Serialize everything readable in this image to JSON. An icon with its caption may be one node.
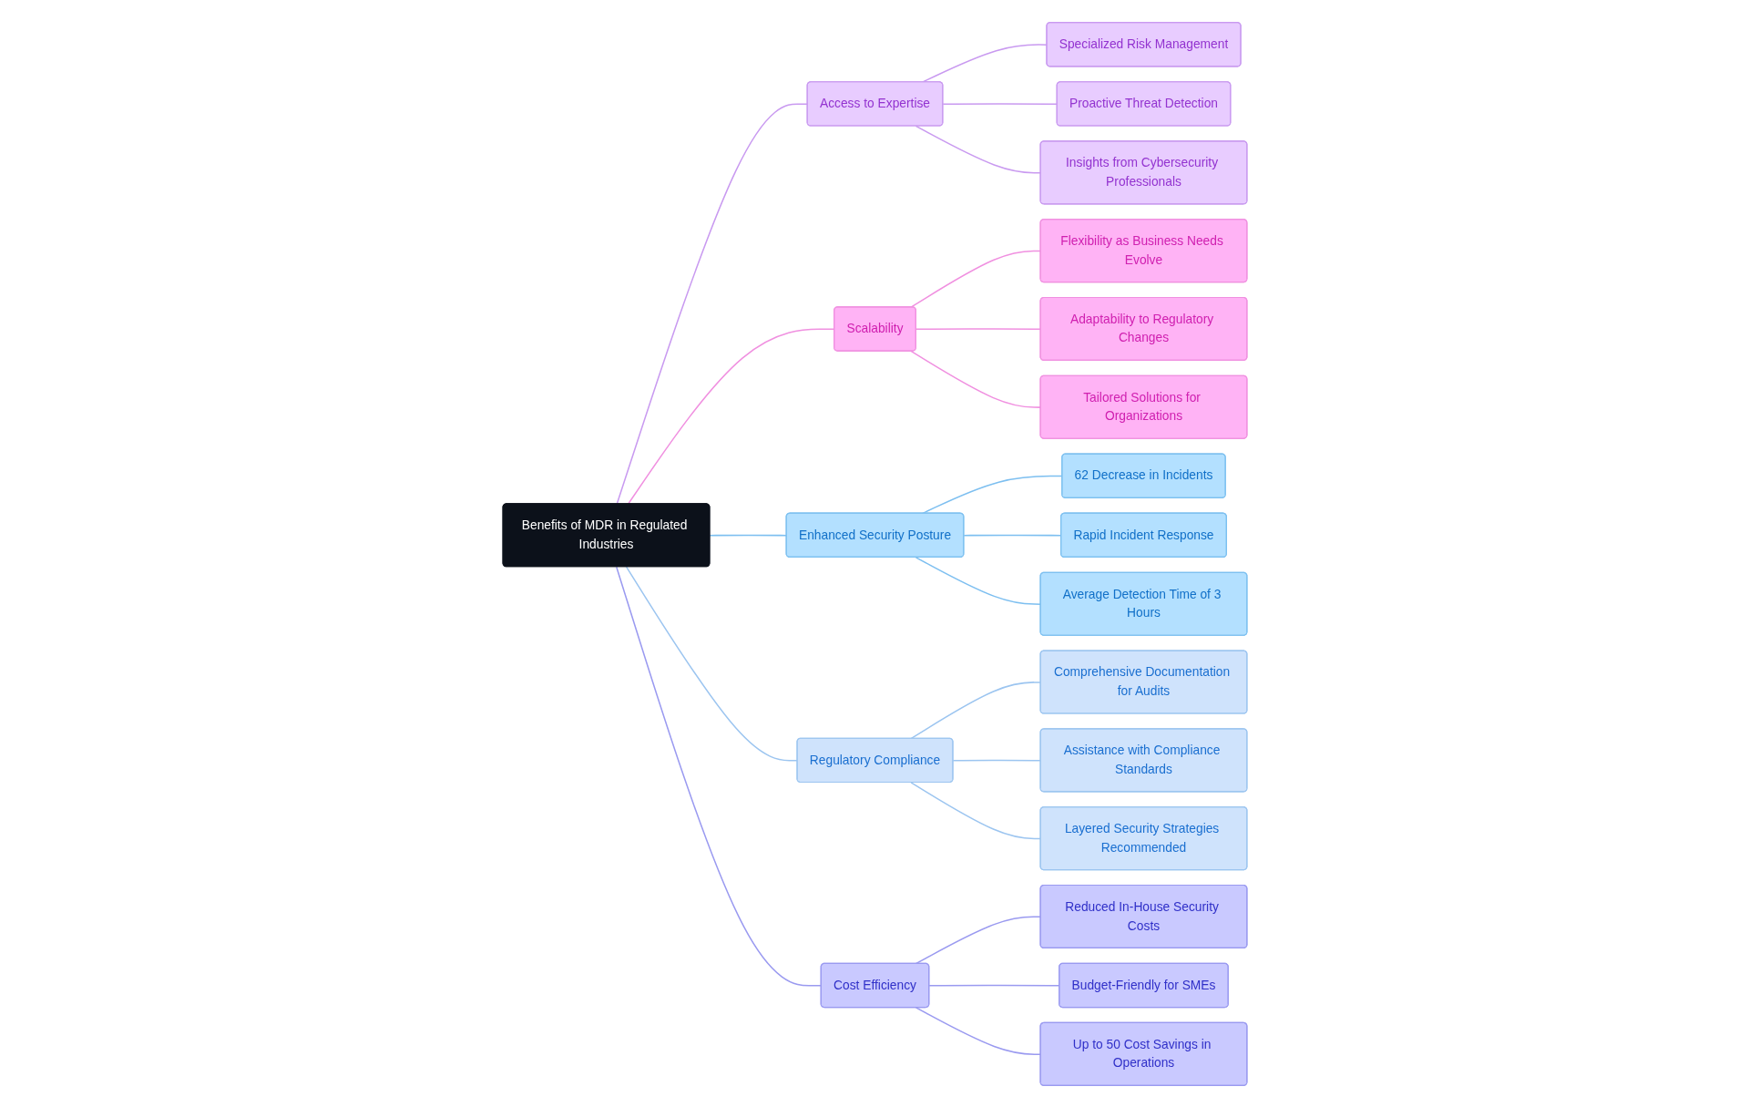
{
  "diagram": {
    "nodes": [
      {
        "text": [
          "Benefits of MDR in Regulated Industries"
        ]
      },
      {
        "text": [
          "Access to Expertise"
        ]
      },
      {
        "text": [
          "Specialized Risk Management"
        ]
      },
      {
        "text": [
          "Proactive Threat Detection"
        ]
      },
      {
        "text": [
          "Insights from Cybersecurity Professionals"
        ]
      },
      {
        "text": [
          "Scalability"
        ]
      },
      {
        "text": [
          "Flexibility as Business Needs Evolve"
        ]
      },
      {
        "text": [
          "Adaptability to Regulatory Changes"
        ]
      },
      {
        "text": [
          "Tailored Solutions for Organizations"
        ]
      },
      {
        "text": [
          "Enhanced Security Posture"
        ]
      },
      {
        "text": [
          "62 Decrease in Incidents"
        ]
      },
      {
        "text": [
          "Rapid Incident Response"
        ]
      },
      {
        "text": [
          "Average Detection Time of 3 Hours"
        ]
      },
      {
        "text": [
          "Regulatory Compliance"
        ]
      },
      {
        "text": [
          "Comprehensive Documentation for Audits"
        ]
      },
      {
        "text": [
          "Assistance with Compliance Standards"
        ]
      },
      {
        "text": [
          "Layered Security Strategies Recommended"
        ]
      },
      {
        "text": [
          "Cost Efficiency"
        ]
      },
      {
        "text": [
          "Reduced In-House Security Costs"
        ]
      },
      {
        "text": [
          "Budget-Friendly for SMEs"
        ]
      },
      {
        "text": [
          "Up to 50 Cost Savings in Operations"
        ]
      }
    ],
    "edges": [
      {
        "from": 0,
        "to": 1,
        "arrow": "none",
        "color": "#c99af0"
      },
      {
        "from": 1,
        "to": 2,
        "arrow": "none",
        "color": "#c99af0"
      },
      {
        "from": 1,
        "to": 3,
        "arrow": "none",
        "color": "#c99af0"
      },
      {
        "from": 1,
        "to": 4,
        "arrow": "none",
        "color": "#c99af0"
      },
      {
        "from": 0,
        "to": 5,
        "arrow": "none",
        "color": "#f090e0"
      },
      {
        "from": 5,
        "to": 6,
        "arrow": "none",
        "color": "#f090e0"
      },
      {
        "from": 5,
        "to": 7,
        "arrow": "none",
        "color": "#f090e0"
      },
      {
        "from": 5,
        "to": 8,
        "arrow": "none",
        "color": "#f090e0"
      },
      {
        "from": 0,
        "to": 9,
        "arrow": "none",
        "color": "#7dbff0"
      },
      {
        "from": 9,
        "to": 10,
        "arrow": "none",
        "color": "#7dbff0"
      },
      {
        "from": 9,
        "to": 11,
        "arrow": "none",
        "color": "#7dbff0"
      },
      {
        "from": 9,
        "to": 12,
        "arrow": "none",
        "color": "#7dbff0"
      },
      {
        "from": 0,
        "to": 13,
        "arrow": "none",
        "color": "#9cc5f0"
      },
      {
        "from": 13,
        "to": 14,
        "arrow": "none",
        "color": "#9cc5f0"
      },
      {
        "from": 13,
        "to": 15,
        "arrow": "none",
        "color": "#9cc5f0"
      },
      {
        "from": 13,
        "to": 16,
        "arrow": "none",
        "color": "#9cc5f0"
      },
      {
        "from": 0,
        "to": 17,
        "arrow": "none",
        "color": "#9a9af0"
      },
      {
        "from": 17,
        "to": 18,
        "arrow": "none",
        "color": "#9a9af0"
      },
      {
        "from": 17,
        "to": 19,
        "arrow": "none",
        "color": "#9a9af0"
      },
      {
        "from": 17,
        "to": 20,
        "arrow": "none",
        "color": "#9a9af0"
      }
    ]
  }
}
